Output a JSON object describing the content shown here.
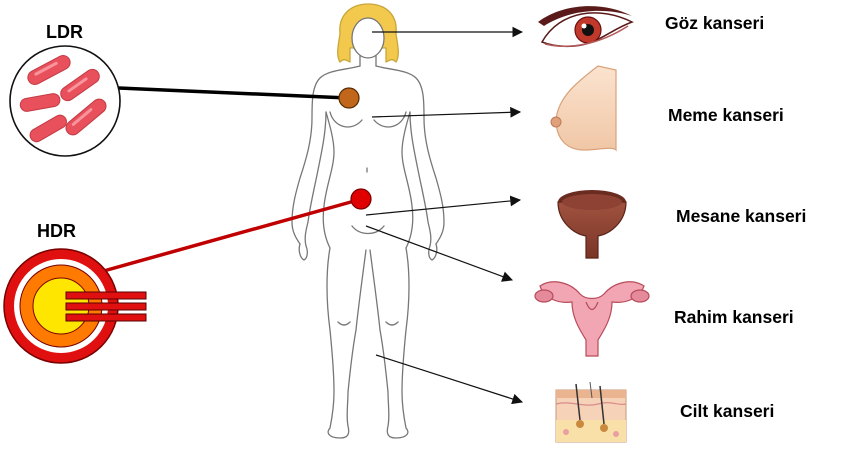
{
  "labels": {
    "ldr": "LDR",
    "hdr": "HDR"
  },
  "cancers": [
    {
      "name": "Göz kanseri",
      "icon": "eye-icon"
    },
    {
      "name": "Meme kanseri",
      "icon": "breast-icon"
    },
    {
      "name": "Mesane kanseri",
      "icon": "bladder-icon"
    },
    {
      "name": "Rahim kanseri",
      "icon": "uterus-icon"
    },
    {
      "name": "Cilt kanseri",
      "icon": "skin-icon"
    }
  ],
  "colors": {
    "ldr_seed": "#e8505b",
    "ldr_marker": "#c0671c",
    "hdr_marker": "#e00000",
    "hdr_outer": "#e01010",
    "hdr_middle": "#ff7a00",
    "hdr_inner": "#ffe600",
    "hdr_line": "#c00000",
    "hair": "#f2c94c"
  }
}
